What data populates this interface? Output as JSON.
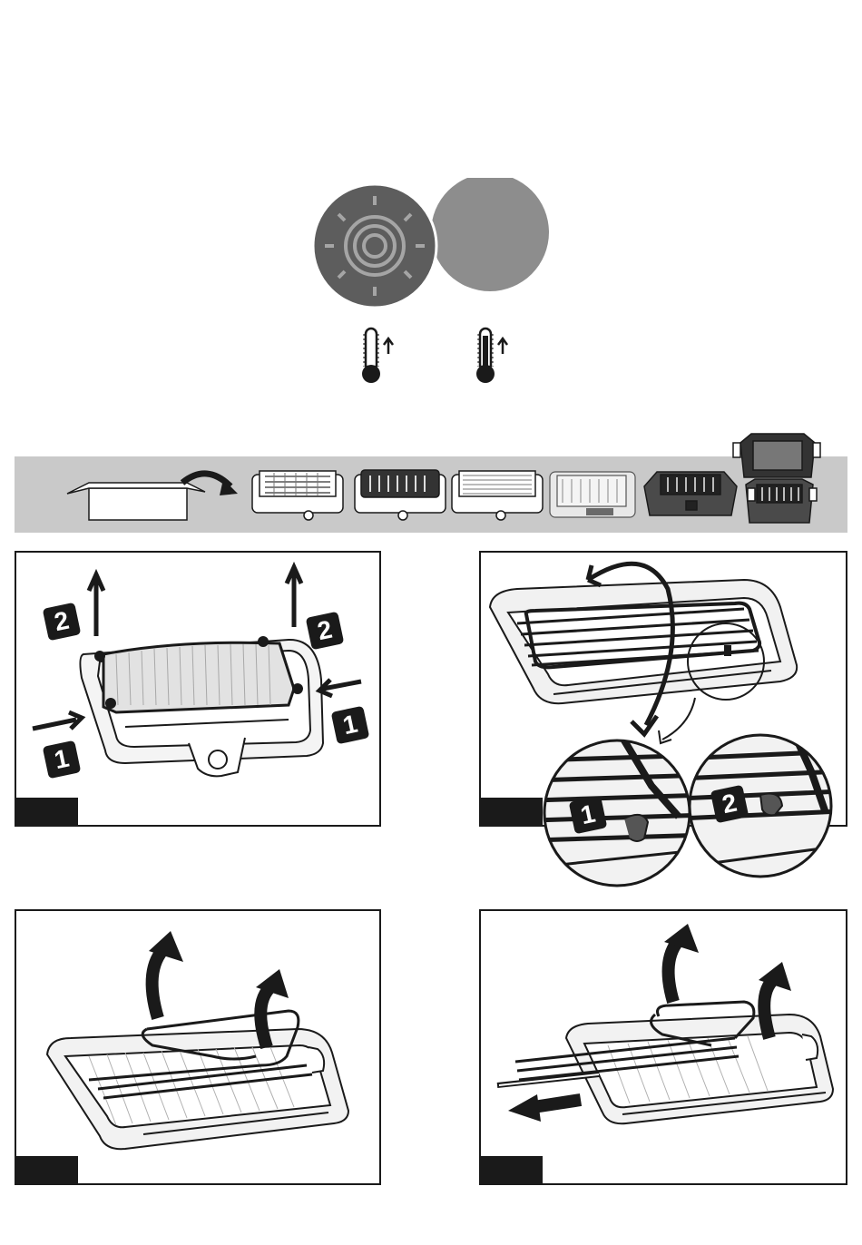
{
  "heat_icons": [
    "thermometer-up-icon",
    "thermometer-up-icon"
  ],
  "colors": {
    "dark": "#1a1a1a",
    "disc_dark": "#5d5d5d",
    "disc_light": "#8d8d8d",
    "bar_gray": "#c9c9c9",
    "line_gray": "#9a9a9a"
  },
  "panels": {
    "a": {
      "steps": [
        "2",
        "2",
        "1",
        "1"
      ]
    },
    "b": {
      "steps": [
        "1",
        "2"
      ]
    }
  }
}
